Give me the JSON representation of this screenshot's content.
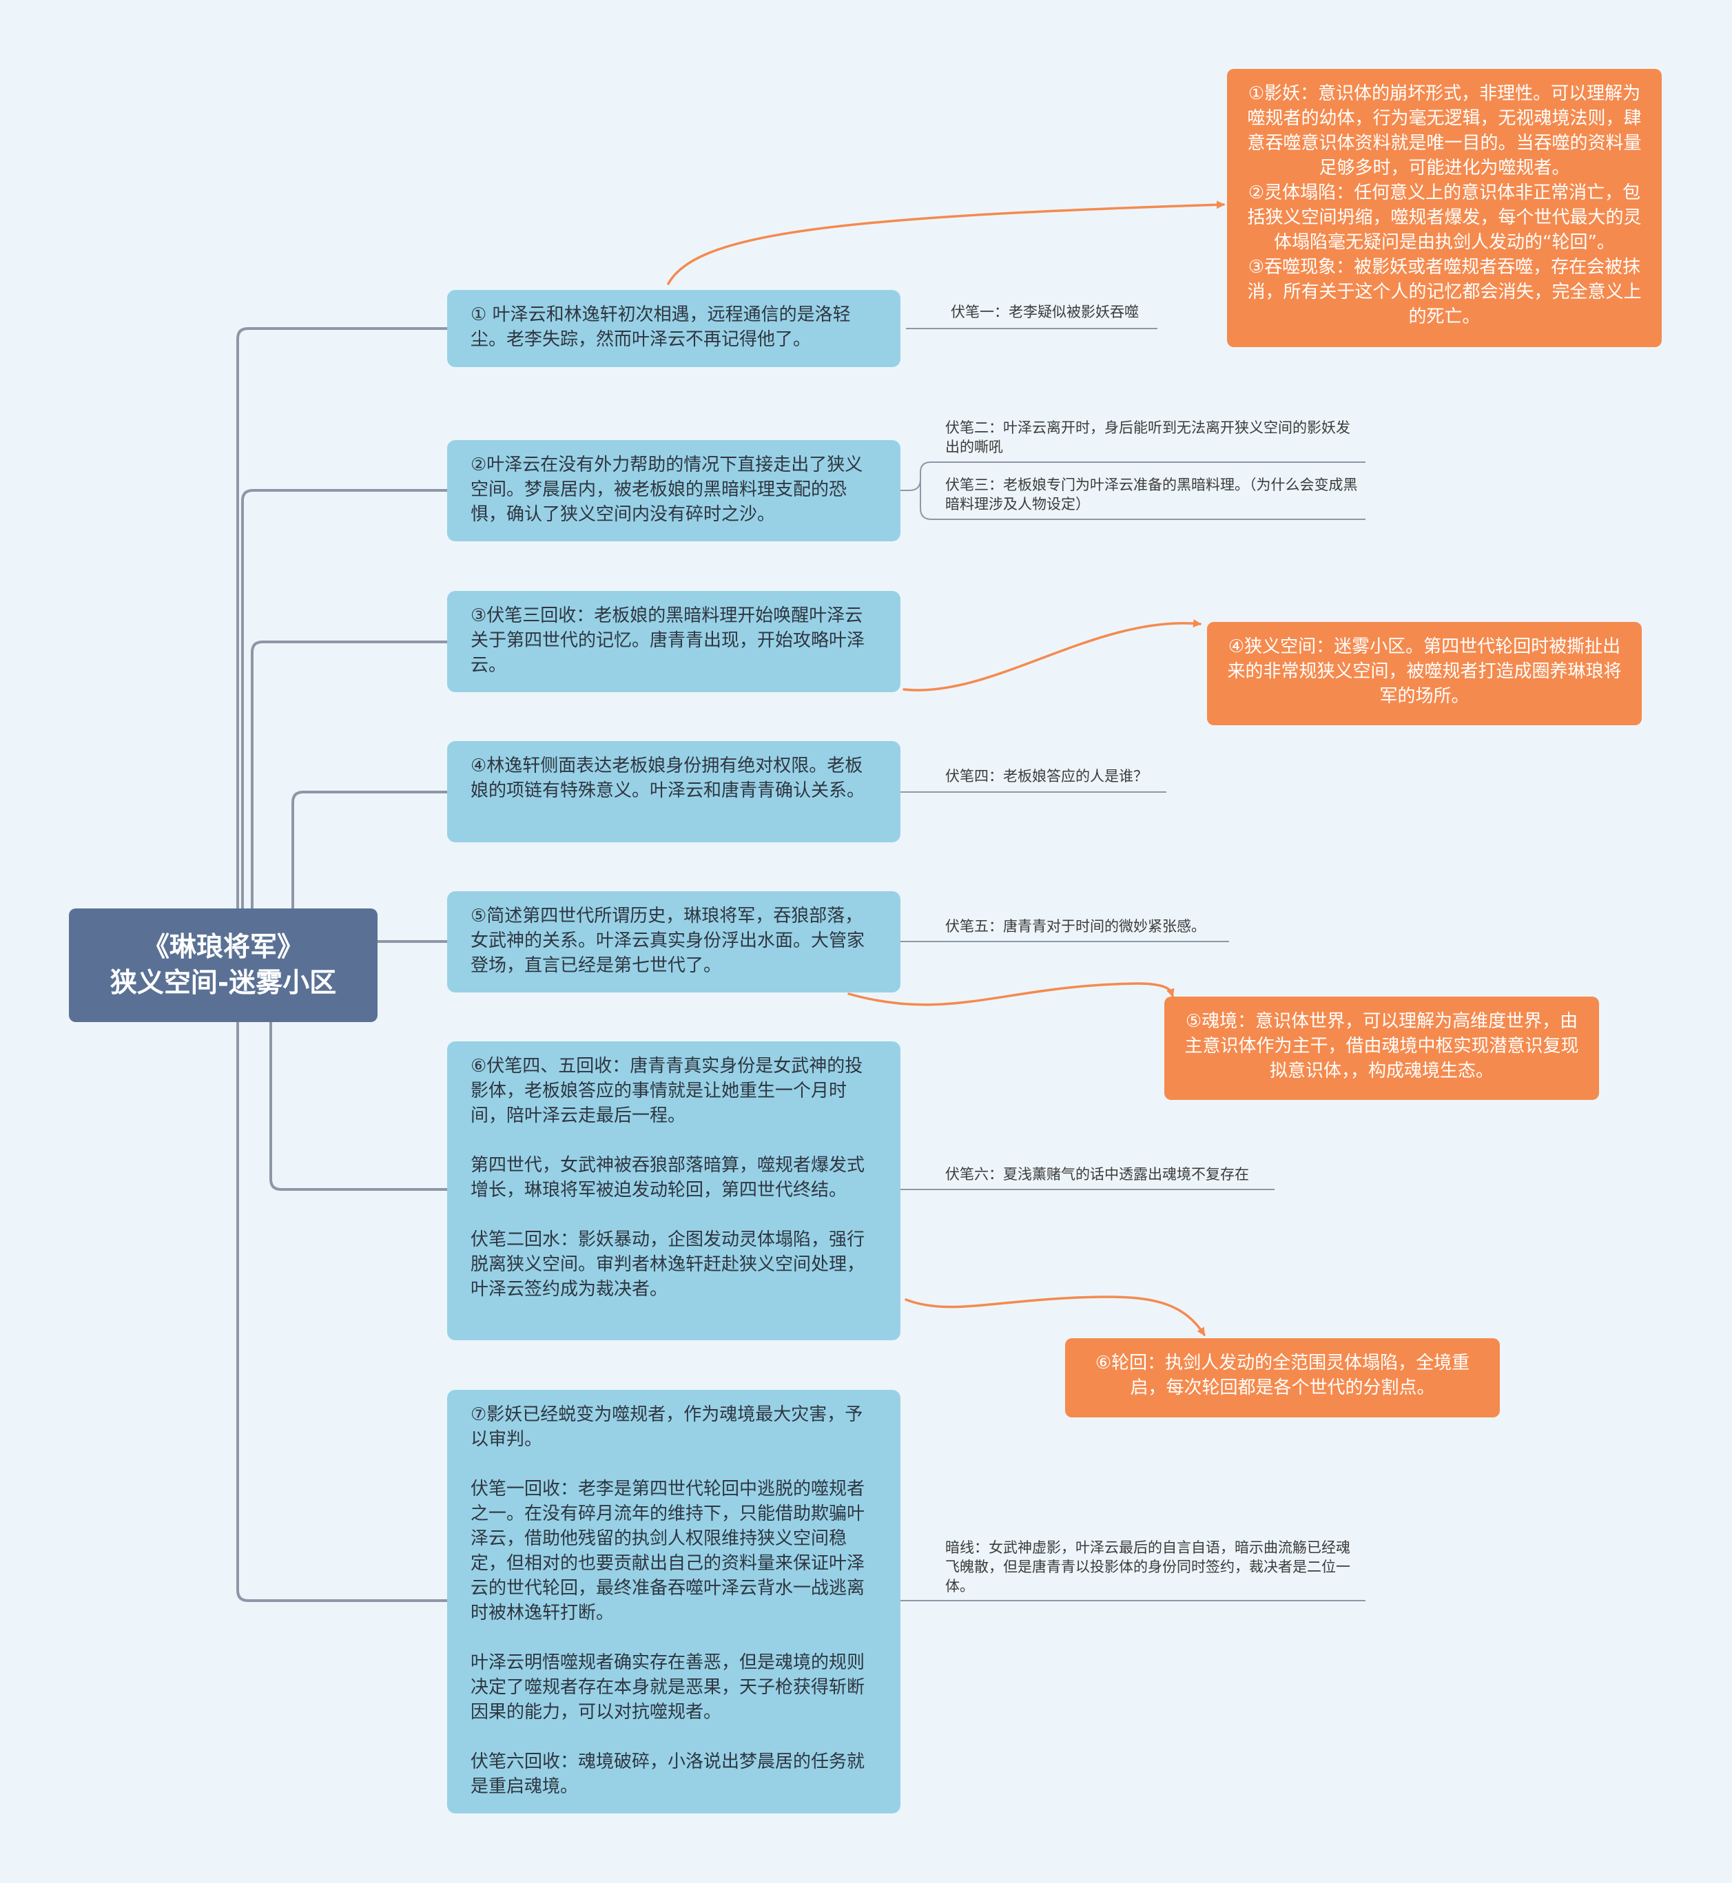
{
  "root": {
    "title_line1": "《琳琅将军》",
    "title_line2": "狭义空间-迷雾小区"
  },
  "colors": {
    "background": "#EDF5FA",
    "root_fill": "#5A7195",
    "topic_fill": "#98D1E6",
    "note_fill": "#F58A4E",
    "connector": "#8E97A6",
    "arrow": "#F58A4E"
  },
  "topics": [
    {
      "paragraphs": [
        "① 叶泽云和林逸轩初次相遇，远程通信的是洛轻尘。老李失踪，然而叶泽云不再记得他了。"
      ]
    },
    {
      "paragraphs": [
        "②叶泽云在没有外力帮助的情况下直接走出了狭义空间。梦晨居内，被老板娘的黑暗料理支配的恐惧，确认了狭义空间内没有碎时之沙。"
      ]
    },
    {
      "paragraphs": [
        "③伏笔三回收：老板娘的黑暗料理开始唤醒叶泽云关于第四世代的记忆。唐青青出现，开始攻略叶泽云。"
      ]
    },
    {
      "paragraphs": [
        "④林逸轩侧面表达老板娘身份拥有绝对权限。老板娘的项链有特殊意义。叶泽云和唐青青确认关系。"
      ]
    },
    {
      "paragraphs": [
        "⑤简述第四世代所谓历史，琳琅将军，吞狼部落，女武神的关系。叶泽云真实身份浮出水面。大管家登场，直言已经是第七世代了。"
      ]
    },
    {
      "paragraphs": [
        "⑥伏笔四、五回收：唐青青真实身份是女武神的投影体，老板娘答应的事情就是让她重生一个月时间，陪叶泽云走最后一程。",
        "第四世代，女武神被吞狼部落暗算，噬规者爆发式增长，琳琅将军被迫发动轮回，第四世代终结。",
        "伏笔二回水：影妖暴动，企图发动灵体塌陷，强行脱离狭义空间。审判者林逸轩赶赴狭义空间处理，叶泽云签约成为裁决者。"
      ]
    },
    {
      "paragraphs": [
        "⑦影妖已经蜕变为噬规者，作为魂境最大灾害，予以审判。",
        "伏笔一回收：老李是第四世代轮回中逃脱的噬规者之一。在没有碎月流年的维持下，只能借助欺骗叶泽云，借助他残留的执剑人权限维持狭义空间稳定，但相对的也要贡献出自己的资料量来保证叶泽云的世代轮回，最终准备吞噬叶泽云背水一战逃离时被林逸轩打断。",
        "叶泽云明悟噬规者确实存在善恶，但是魂境的规则决定了噬规者存在本身就是恶果，天子枪获得斩断因果的能力，可以对抗噬规者。",
        "伏笔六回收：魂境破碎，小洛说出梦晨居的任务就是重启魂境。"
      ]
    }
  ],
  "notes": [
    {
      "lines": [
        "①影妖：意识体的崩坏形式，非理性。可以理解为噬规者的幼体，行为毫无逻辑，无视魂境法则，肆意吞噬意识体资料就是唯一目的。当吞噬的资料量足够多时，可能进化为噬规者。",
        "②灵体塌陷：任何意义上的意识体非正常消亡，包括狭义空间坍缩，噬规者爆发，每个世代最大的灵体塌陷毫无疑问是由执剑人发动的“轮回”。",
        "③吞噬现象：被影妖或者噬规者吞噬，存在会被抹消，所有关于这个人的记忆都会消失，完全意义上的死亡。"
      ]
    },
    {
      "lines": [
        "④狭义空间：迷雾小区。第四世代轮回时被撕扯出来的非常规狭义空间，被噬规者打造成圈养琳琅将军的场所。"
      ]
    },
    {
      "lines": [
        "⑤魂境：意识体世界，可以理解为高维度世界，由主意识体作为主干，借由魂境中枢实现潜意识复现拟意识体，，构成魂境生态。"
      ]
    },
    {
      "lines": [
        "⑥轮回：执剑人发动的全范围灵体塌陷，全境重启，每次轮回都是各个世代的分割点。"
      ]
    }
  ],
  "foreshadows": [
    "伏笔一：老李疑似被影妖吞噬",
    "伏笔二：叶泽云离开时，身后能听到无法离开狭义空间的影妖发出的嘶吼",
    "伏笔三：老板娘专门为叶泽云准备的黑暗料理。（为什么会变成黑暗料理涉及人物设定）",
    "伏笔四：老板娘答应的人是谁？",
    "伏笔五：唐青青对于时间的微妙紧张感。",
    "伏笔六：夏浅薰赌气的话中透露出魂境不复存在",
    "暗线：女武神虚影，叶泽云最后的自言自语，暗示曲流觞已经魂飞魄散，但是唐青青以投影体的身份同时签约，裁决者是二位一体。"
  ]
}
